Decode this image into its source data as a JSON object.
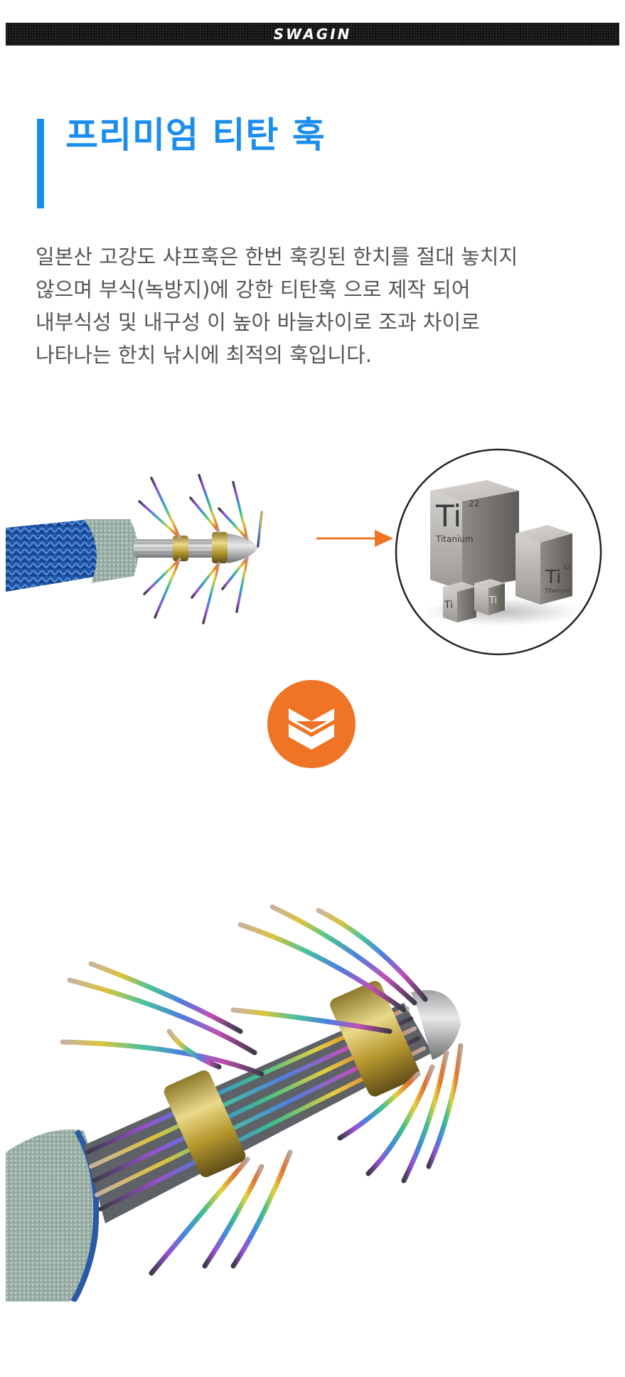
{
  "header": {
    "brand": "SWAGIN"
  },
  "section": {
    "title": "프리미엄 티탄 훅"
  },
  "description": {
    "lines": [
      "일본산 고강도 샤프훅은 한번 훅킹된 한치를 절대 놓치지",
      "않으며 부식(녹방지)에 강한 티탄훅 으로 제작 되어",
      "내부식성 및 내구성 이 높아 바늘차이로 조과 차이로",
      "나타나는 한치 낚시에 최적의 훅입니다."
    ]
  },
  "element_cube": {
    "symbol": "Ti",
    "number": "22",
    "name": "Titanium"
  },
  "icons": {
    "arrow": "arrow-right-icon",
    "down": "double-chevron-down-icon"
  },
  "colors": {
    "accent_blue": "#1c8df0",
    "orange": "#f07425",
    "text_gray": "#555555",
    "bar_black": "#141414"
  }
}
